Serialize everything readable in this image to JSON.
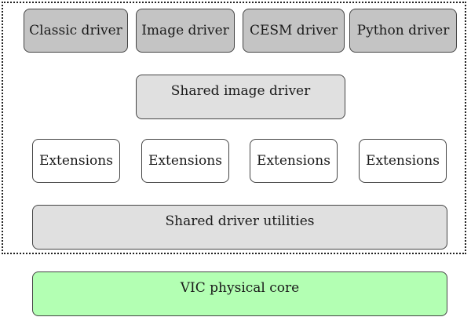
{
  "drivers": [
    {
      "label": "Classic driver"
    },
    {
      "label": "Image driver"
    },
    {
      "label": "CESM driver"
    },
    {
      "label": "Python driver"
    }
  ],
  "shared_image_driver": {
    "label": "Shared image driver"
  },
  "extensions": [
    {
      "label": "Extensions"
    },
    {
      "label": "Extensions"
    },
    {
      "label": "Extensions"
    },
    {
      "label": "Extensions"
    }
  ],
  "shared_driver_utilities": {
    "label": "Shared driver utilities"
  },
  "physical_core": {
    "label": "VIC physical core"
  },
  "colors": {
    "driver_fill": "#c4c4c4",
    "shared_fill": "#e0e0e0",
    "extension_fill": "#ffffff",
    "core_fill": "#b3ffb3"
  }
}
